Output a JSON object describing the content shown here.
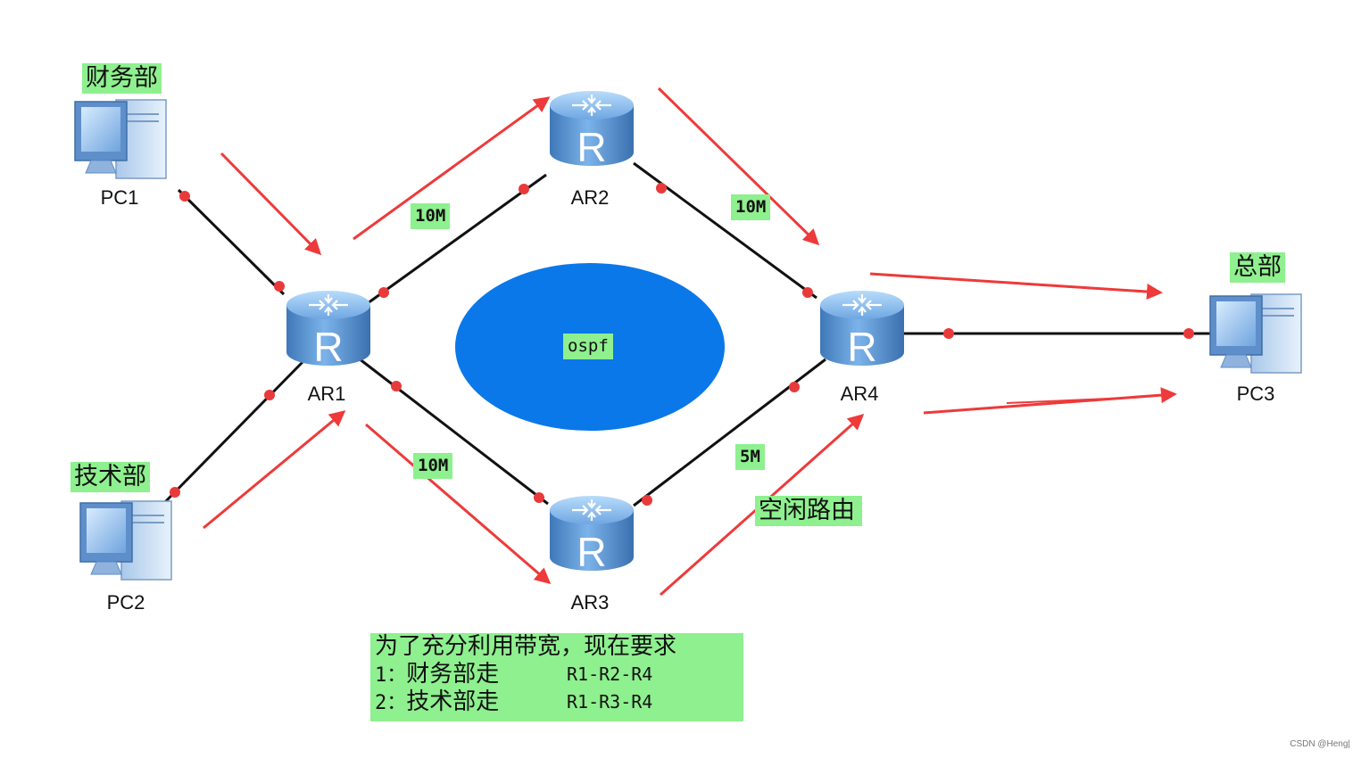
{
  "devices": {
    "pc1": {
      "label": "PC1",
      "group": "财务部"
    },
    "pc2": {
      "label": "PC2",
      "group": "技术部"
    },
    "pc3": {
      "label": "PC3",
      "group": "总部"
    },
    "ar1": {
      "label": "AR1"
    },
    "ar2": {
      "label": "AR2"
    },
    "ar3": {
      "label": "AR3"
    },
    "ar4": {
      "label": "AR4"
    }
  },
  "links": {
    "ar1_ar2": "10M",
    "ar2_ar4": "10M",
    "ar1_ar3": "10M",
    "ar3_ar4": "5M"
  },
  "area_label": "ospf",
  "idle_route_label": "空闲路由",
  "router_glyph": "R",
  "requirement": {
    "line1": "为了充分利用带宽，现在要求",
    "line2_num": "1：",
    "line2_text": "财务部走",
    "line2_path": "R1-R2-R4",
    "line3_num": "2：",
    "line3_text": "技术部走",
    "line3_path": "R1-R3-R4"
  },
  "watermark": "CSDN @Heng|",
  "colors": {
    "link": "#111111",
    "port_dot": "#e83a3a",
    "arrow": "#ee3a3a",
    "ospf_area": "#0a78e8",
    "tag_bg": "#8ef08e",
    "router_body": "#4a90d9"
  }
}
